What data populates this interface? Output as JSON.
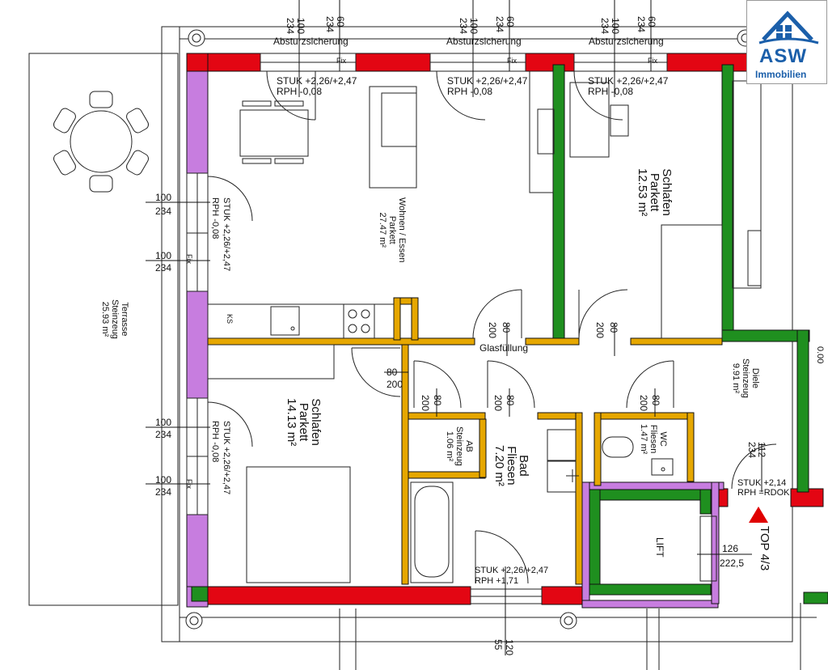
{
  "logo": {
    "mark": "ASW",
    "sub": "Immobilien"
  },
  "rooms": {
    "terrace": {
      "name": "Terrasse",
      "floor": "Steinzeug",
      "area": "25.93 m²"
    },
    "living": {
      "name": "Wohnen / Essen",
      "floor": "Parkett",
      "area": "27.47 m²"
    },
    "bedroom_top": {
      "name": "Schlafen",
      "floor": "Parkett",
      "area": "12.53 m²"
    },
    "bedroom_bottom": {
      "name": "Schlafen",
      "floor": "Parkett",
      "area": "14.13 m²"
    },
    "ab": {
      "name": "AB",
      "floor": "Steinzeug",
      "area": "1.06 m²"
    },
    "bath": {
      "name": "Bad",
      "floor": "Fliesen",
      "area": "7.20 m²"
    },
    "wc": {
      "name": "WC",
      "floor": "Fliesen",
      "area": "1.47 m²"
    },
    "hall": {
      "name": "Diele",
      "floor": "Steinzeug",
      "area": "9.91 m²"
    },
    "lift": {
      "name": "LIFT"
    }
  },
  "labels": {
    "absturz": "Absturzsicherung",
    "stuk_226_247": "STUK +2,26/+2,47",
    "rph_008": "RPH   -0,08",
    "rph_008_vertical": "RPH -0,08",
    "stuk_214": "STUK +2,14",
    "rph_rdok": "RPH =RDOK",
    "rph_171": "RPH  +1,71",
    "glasfuellung": "Glasfüllung",
    "fix": "Fix",
    "ks": "KS",
    "top": "TOP 4/3",
    "partial_value": "0.00"
  },
  "dims": {
    "d100": "100",
    "d234": "234",
    "d60": "60",
    "d80": "80",
    "d200": "200",
    "d112": "112",
    "d126": "126",
    "d2225": "222,5",
    "d55": "55",
    "d120": "120"
  },
  "colors": {
    "wall_red": "#e30613",
    "wall_green": "#1f8f1f",
    "wall_violet": "#c77ddf",
    "wall_yellow": "#e6a700",
    "line": "#222222",
    "brand_blue": "#1b5faa"
  }
}
